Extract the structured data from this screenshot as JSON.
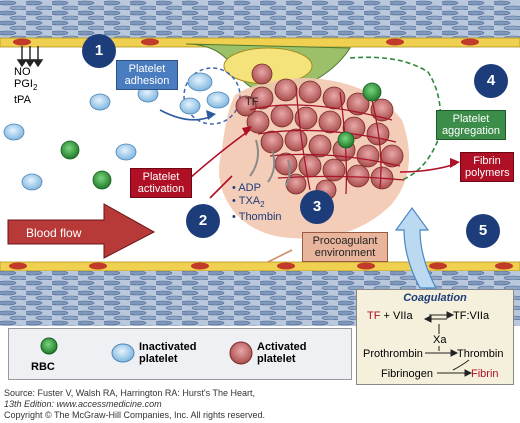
{
  "labels": {
    "no": "NO",
    "pgi2": "PGI",
    "pgi2_sub": "2",
    "tpa": "tPA",
    "tf": "TF",
    "platelet_adhesion": "Platelet adhesion",
    "platelet_activation": "Platelet activation",
    "platelet_aggregation": "Platelet aggregation",
    "fibrin_polymers": "Fibrin polymers",
    "procoagulant": "Procoagulant environment",
    "blood_flow": "Blood flow",
    "mediator_adp": "ADP",
    "mediator_txa": "TXA",
    "mediator_txa_sub": "2",
    "mediator_thrombin": "Thombin"
  },
  "steps": [
    "1",
    "2",
    "3",
    "4",
    "5"
  ],
  "coagulation": {
    "title": "Coagulation",
    "tf": "TF",
    "plus_vii": " + VIIa",
    "tf_viia": "TF:VIIa",
    "xa": "Xa",
    "prothrombin": "Prothrombin",
    "thrombin": "Thrombin",
    "fibrinogen": "Fibrinogen",
    "fibrin": "Fibrin"
  },
  "legend": {
    "rbc": "RBC",
    "inactivated": "Inactivated platelet",
    "activated": "Activated platelet"
  },
  "credit": {
    "line1": "Source: Fuster V, Walsh RA, Harrington RA: Hurst's The Heart,",
    "line2": "13th Edition: www.accessmedicine.com",
    "line3": "Copyright © The McGraw-Hill Companies, Inc. All rights reserved."
  },
  "colors": {
    "vessel_wall": "#9fb3cf",
    "endothelium": "#f0d050",
    "red_accent": "#b01025",
    "blue_marker": "#1d3d7a",
    "procoagulant_zone": "#f2c8b0",
    "activated_platelet": "#c86a6a",
    "inactivated_platelet": "#a8d0ee",
    "rbc": "#2f9a3e"
  }
}
